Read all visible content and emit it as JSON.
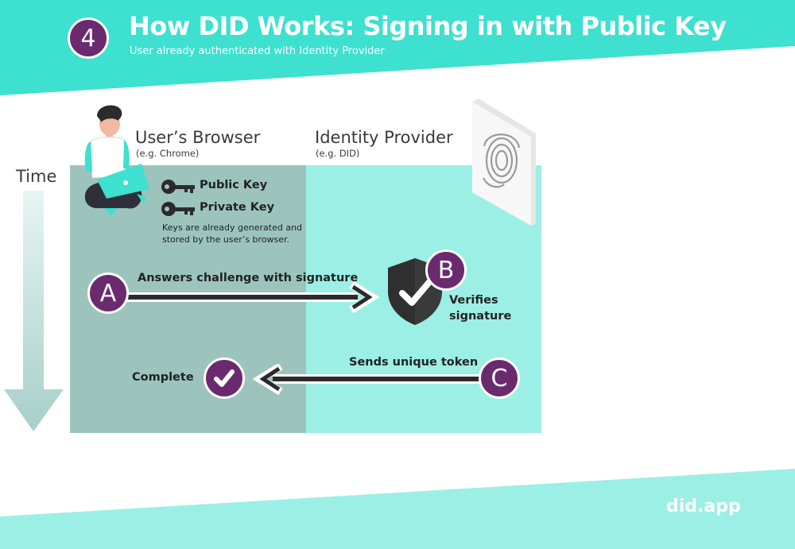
{
  "header": {
    "step": "4",
    "title": "How DID Works: Signing in with Public Key",
    "subtitle": "User already authenticated with Identity Provider"
  },
  "columns": {
    "browser": {
      "title": "User’s Browser",
      "subtitle": "(e.g. Chrome)"
    },
    "provider": {
      "title": "Identity Provider",
      "subtitle": "(e.g. DID)"
    }
  },
  "time_label": "Time",
  "keys": {
    "public": "Public Key",
    "private": "Private Key",
    "note_line1": "Keys are already generated and",
    "note_line2": "stored by the user’s browser."
  },
  "steps": {
    "a": {
      "letter": "A",
      "label": "Answers challenge with signature"
    },
    "b": {
      "letter": "B",
      "label_line1": "Verifies",
      "label_line2": "signature"
    },
    "c": {
      "letter": "C",
      "label": "Sends unique token"
    },
    "complete": "Complete"
  },
  "brand": "did.app",
  "colors": {
    "teal": "#3ee0cf",
    "light_teal": "#9cefe5",
    "browser_panel": "#9cc4bd",
    "purple": "#6b2a6e",
    "dark": "#222222"
  }
}
